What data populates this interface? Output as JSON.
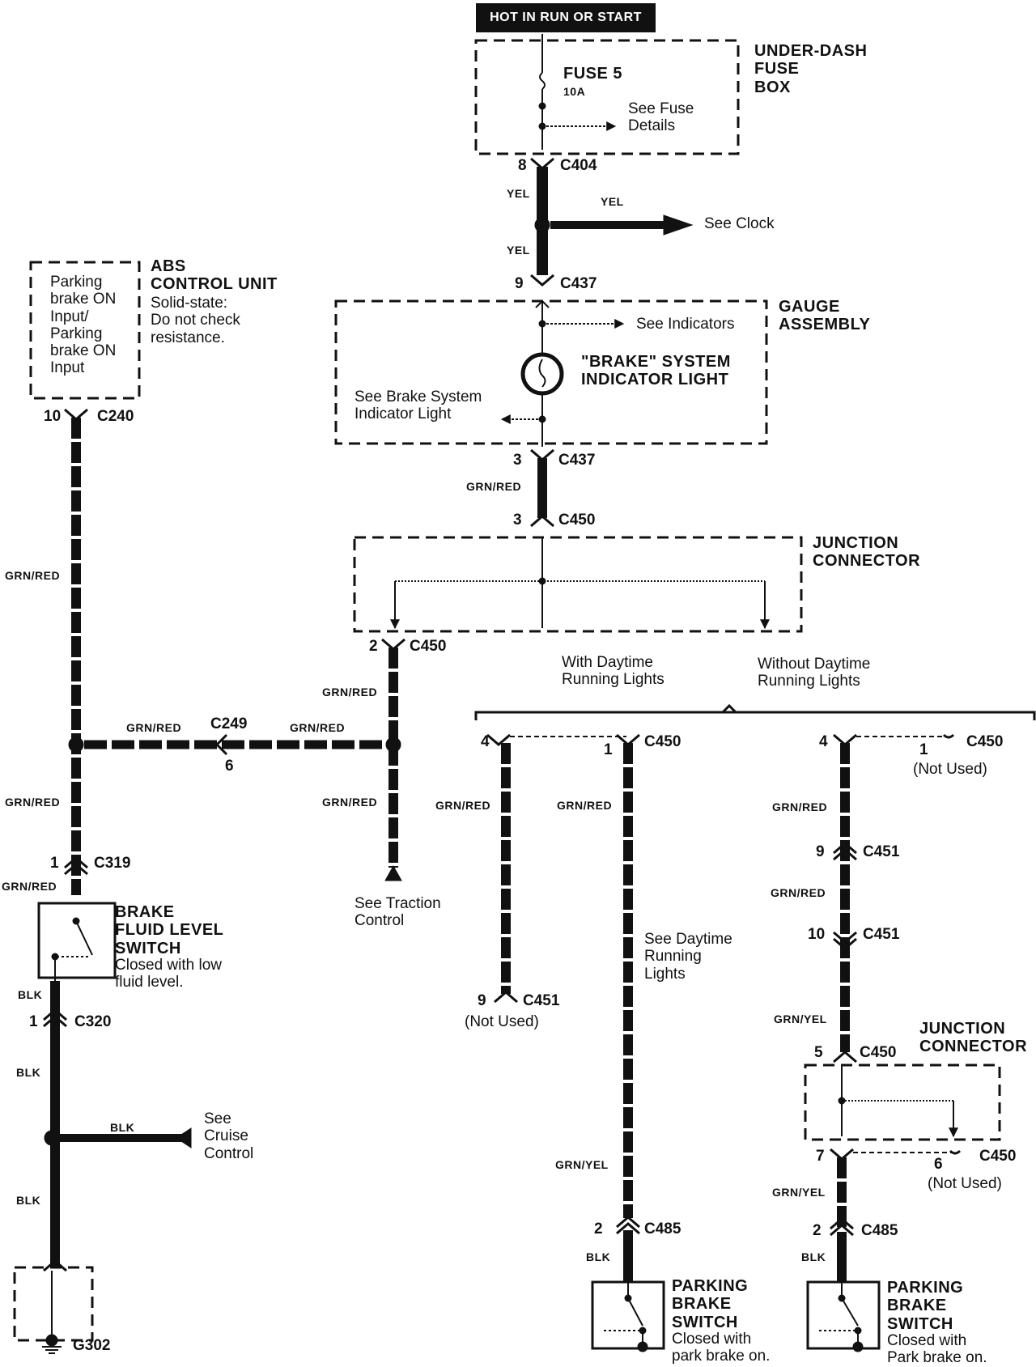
{
  "power": {
    "hot_label": "HOT IN RUN OR START"
  },
  "fuse_box": {
    "title": "UNDER-DASH\nFUSE\nBOX",
    "fuse": "FUSE 5",
    "rating": "10A",
    "details": "See Fuse\nDetails"
  },
  "top_wires": {
    "c404_pin": "8",
    "c404": "C404",
    "yel1": "YEL",
    "yel2": "YEL",
    "yel3": "YEL",
    "clock": "See Clock",
    "c437_pin": "9",
    "c437": "C437"
  },
  "gauge": {
    "title": "GAUGE\nASSEMBLY",
    "indicators": "See Indicators",
    "light_title": "\"BRAKE\" SYSTEM\nINDICATOR LIGHT",
    "brake_see": "See Brake System\nIndicator Light",
    "c437b_pin": "3",
    "c437b": "C437",
    "wire": "GRN/RED",
    "c450_pin": "3",
    "c450": "C450"
  },
  "junction1": {
    "title": "JUNCTION\nCONNECTOR",
    "c450_pin": "2",
    "c450": "C450",
    "wire1": "GRN/RED",
    "wire2": "GRN/RED",
    "traction": "See Traction\nControl"
  },
  "abs": {
    "box_text": "Parking\nbrake ON\nInput/\nParking\nbrake ON\nInput",
    "title": "ABS\nCONTROL UNIT",
    "desc": "Solid-state:\nDo not check\nresistance.",
    "c240_pin": "10",
    "c240": "C240",
    "wire": "GRN/RED"
  },
  "splice": {
    "wire_left": "GRN/RED",
    "c249": "C249",
    "c249_pin": "6",
    "wire_right": "GRN/RED"
  },
  "brake_fluid": {
    "wire1": "GRN/RED",
    "c319_pin": "1",
    "c319": "C319",
    "wire2": "GRN/RED",
    "title": "BRAKE\nFLUID LEVEL\nSWITCH",
    "desc": "Closed with low\nfluid level.",
    "blk1": "BLK",
    "c320_pin": "1",
    "c320": "C320",
    "blk2": "BLK",
    "blk3": "BLK",
    "cruise": "See\nCruise\nControl",
    "blk4": "BLK",
    "ground": "G302"
  },
  "drl": {
    "with_label": "With Daytime\nRunning Lights",
    "without_label": "Without Daytime\nRunning Lights",
    "a_pin": "4",
    "a_wire": "GRN/RED",
    "a_c451_pin": "9",
    "a_c451": "C451",
    "a_not_used": "(Not Used)",
    "b_pin": "1",
    "b_c450": "C450",
    "b_wire": "GRN/RED",
    "b_see": "See Daytime\nRunning\nLights",
    "b_wire2": "GRN/YEL",
    "b_c485_pin": "2",
    "b_c485": "C485",
    "b_blk": "BLK",
    "b_switch_title": "PARKING\nBRAKE\nSWITCH",
    "b_switch_desc": "Closed with\npark brake on."
  },
  "no_drl": {
    "pin4": "4",
    "pin1": "1",
    "c450": "C450",
    "not_used1": "(Not Used)",
    "wire1": "GRN/RED",
    "c451a_pin": "9",
    "c451a": "C451",
    "wire2": "GRN/RED",
    "c451b_pin": "10",
    "c451b": "C451",
    "wire3": "GRN/YEL",
    "junction_title": "JUNCTION\nCONNECTOR",
    "c450_5_pin": "5",
    "c450_5": "C450",
    "pin7": "7",
    "pin6": "6",
    "c450_6": "C450",
    "not_used2": "(Not Used)",
    "wire4": "GRN/YEL",
    "c485_pin": "2",
    "c485": "C485",
    "blk": "BLK",
    "switch_title": "PARKING\nBRAKE\nSWITCH",
    "switch_desc": "Closed with\nPark brake on."
  }
}
